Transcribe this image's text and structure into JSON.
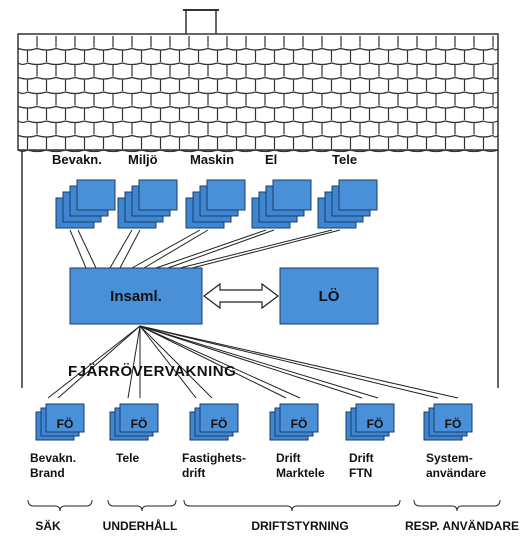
{
  "sources": [
    "Bevakn.",
    "Miljö",
    "Maskin",
    "El",
    "Tele"
  ],
  "collector_label": "Insaml.",
  "lo_label": "LÖ",
  "heading": "FJÄRRÖVERVAKNING",
  "fo_label": "FÖ",
  "receivers": [
    {
      "line1": "Bevakn.",
      "line2": "Brand"
    },
    {
      "line1": "Tele",
      "line2": ""
    },
    {
      "line1": "Fastighets-",
      "line2": "drift"
    },
    {
      "line1": "Drift",
      "line2": "Marktele"
    },
    {
      "line1": "Drift",
      "line2": "FTN"
    },
    {
      "line1": "System-",
      "line2": "användare"
    }
  ],
  "groups": [
    "SÄK",
    "UNDERHÅLL",
    "DRIFTSTYRNING",
    "RESP. ANVÄNDARE"
  ],
  "colors": {
    "box_fill": "#4a90d9",
    "box_stroke": "#1b3d66",
    "ink": "#111111"
  }
}
